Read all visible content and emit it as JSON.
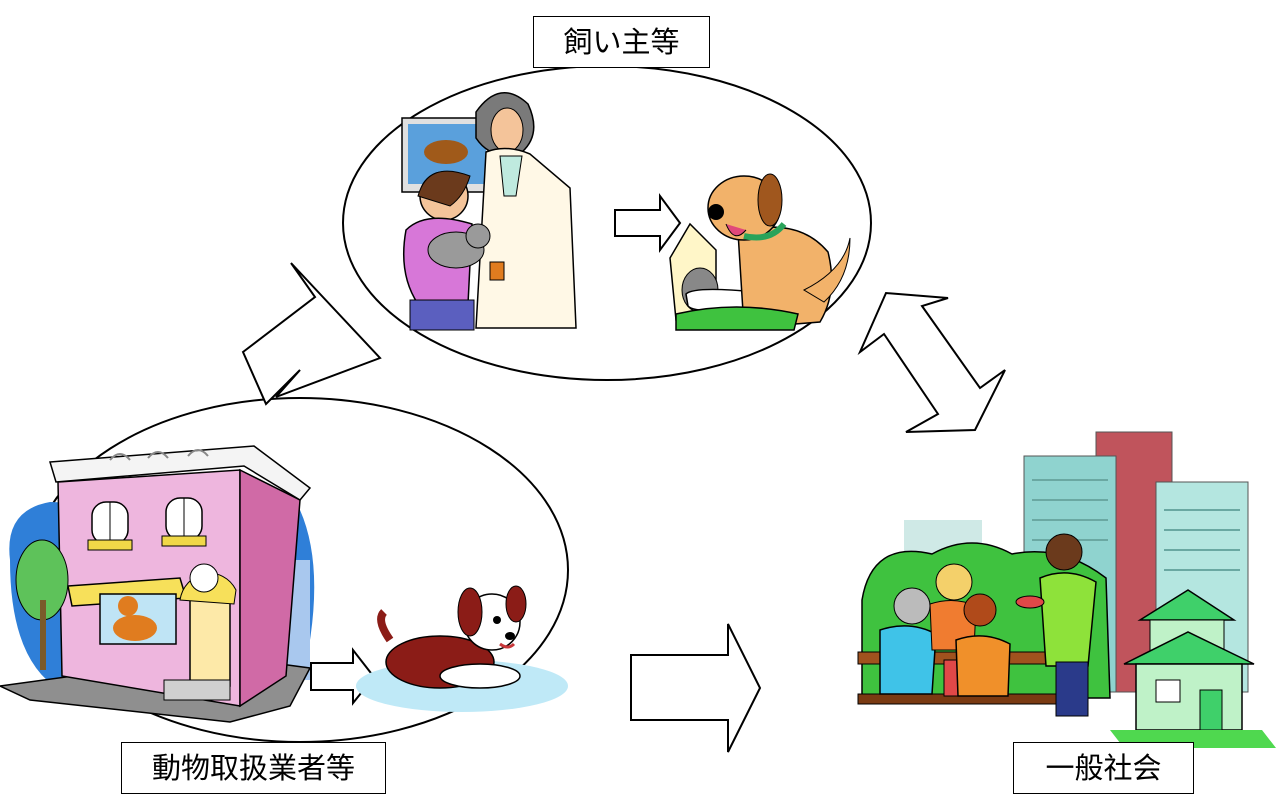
{
  "labels": {
    "owner": "飼い主等",
    "dealer": "動物取扱業者等",
    "society": "一般社会"
  },
  "colors": {
    "stroke": "#000000",
    "store_pink": "#e7a0cf",
    "grass_green": "#3fc23f",
    "dog_tan": "#f2b26a",
    "building_teal": "#8fd3cf",
    "building_red": "#c0545c"
  },
  "icons": [
    "pet-store-illustration",
    "puppy-illustration",
    "veterinarian-with-child-illustration",
    "dog-with-kennel-illustration",
    "city-picnic-illustration"
  ]
}
